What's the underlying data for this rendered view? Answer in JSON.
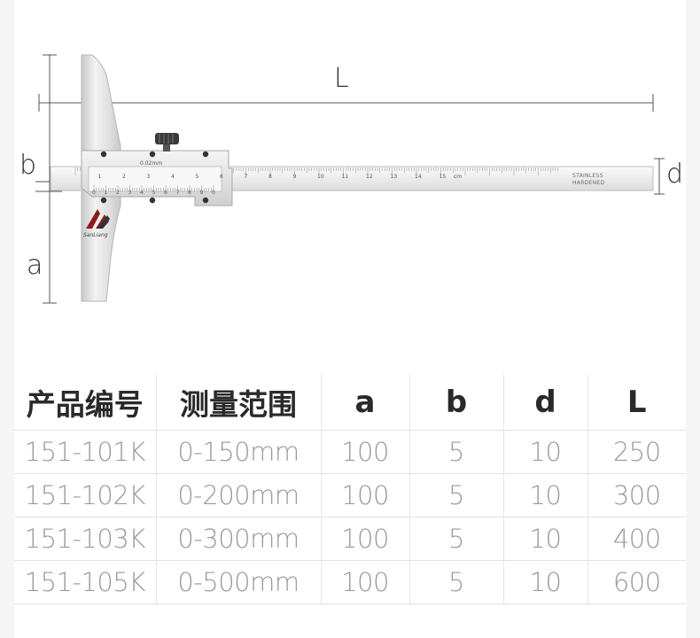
{
  "diagram": {
    "dimensions": {
      "L": "L",
      "b": "b",
      "d": "d",
      "a": "a"
    },
    "scale_upper": [
      "1",
      "2",
      "3",
      "4",
      "5",
      "6",
      "7",
      "8",
      "9",
      "10",
      "11",
      "12",
      "13",
      "14",
      "15",
      "cm"
    ],
    "scale_vernier": [
      "0",
      "1",
      "2",
      "3",
      "4",
      "5",
      "6",
      "7",
      "8",
      "9",
      "0"
    ],
    "resolution_label": "0.02mm",
    "stamp_line1": "STAINLESS",
    "stamp_line2": "HARDENED",
    "brand_mark": "SanLiang"
  },
  "spec_table": {
    "headers": [
      "产品编号",
      "测量范围",
      "a",
      "b",
      "d",
      "L"
    ],
    "rows": [
      [
        "151-101K",
        "0-150mm",
        "100",
        "5",
        "10",
        "250"
      ],
      [
        "151-102K",
        "0-200mm",
        "100",
        "5",
        "10",
        "300"
      ],
      [
        "151-103K",
        "0-300mm",
        "100",
        "5",
        "10",
        "400"
      ],
      [
        "151-105K",
        "0-500mm",
        "100",
        "5",
        "10",
        "600"
      ]
    ]
  }
}
